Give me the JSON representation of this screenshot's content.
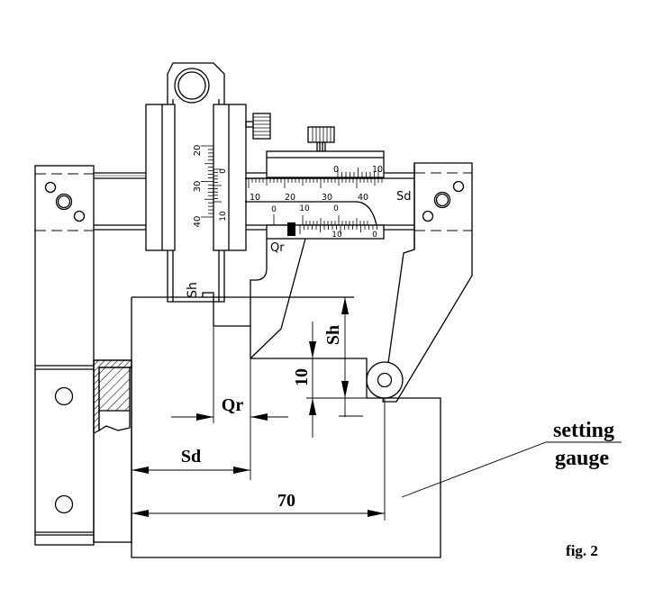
{
  "figure": {
    "caption": "fig. 2",
    "callout_line1": "setting",
    "callout_line2": "gauge"
  },
  "dimensions": {
    "sd": "Sd",
    "qr": "Qr",
    "sh": "Sh",
    "ten": "10",
    "seventy": "70"
  },
  "scale_labels": {
    "vertical_main": [
      "20",
      "30",
      "40"
    ],
    "vertical_vernier": [
      "0",
      "10"
    ],
    "vertical_name": "Sh",
    "horizontal_main": [
      "10",
      "20",
      "30",
      "40"
    ],
    "horizontal_vernier": [
      "0",
      "10"
    ],
    "horizontal_name": "Sd",
    "lower_main": [
      "0",
      "10",
      "0"
    ],
    "lower_vernier": [
      "10",
      "0"
    ],
    "lower_name": "Qr"
  }
}
